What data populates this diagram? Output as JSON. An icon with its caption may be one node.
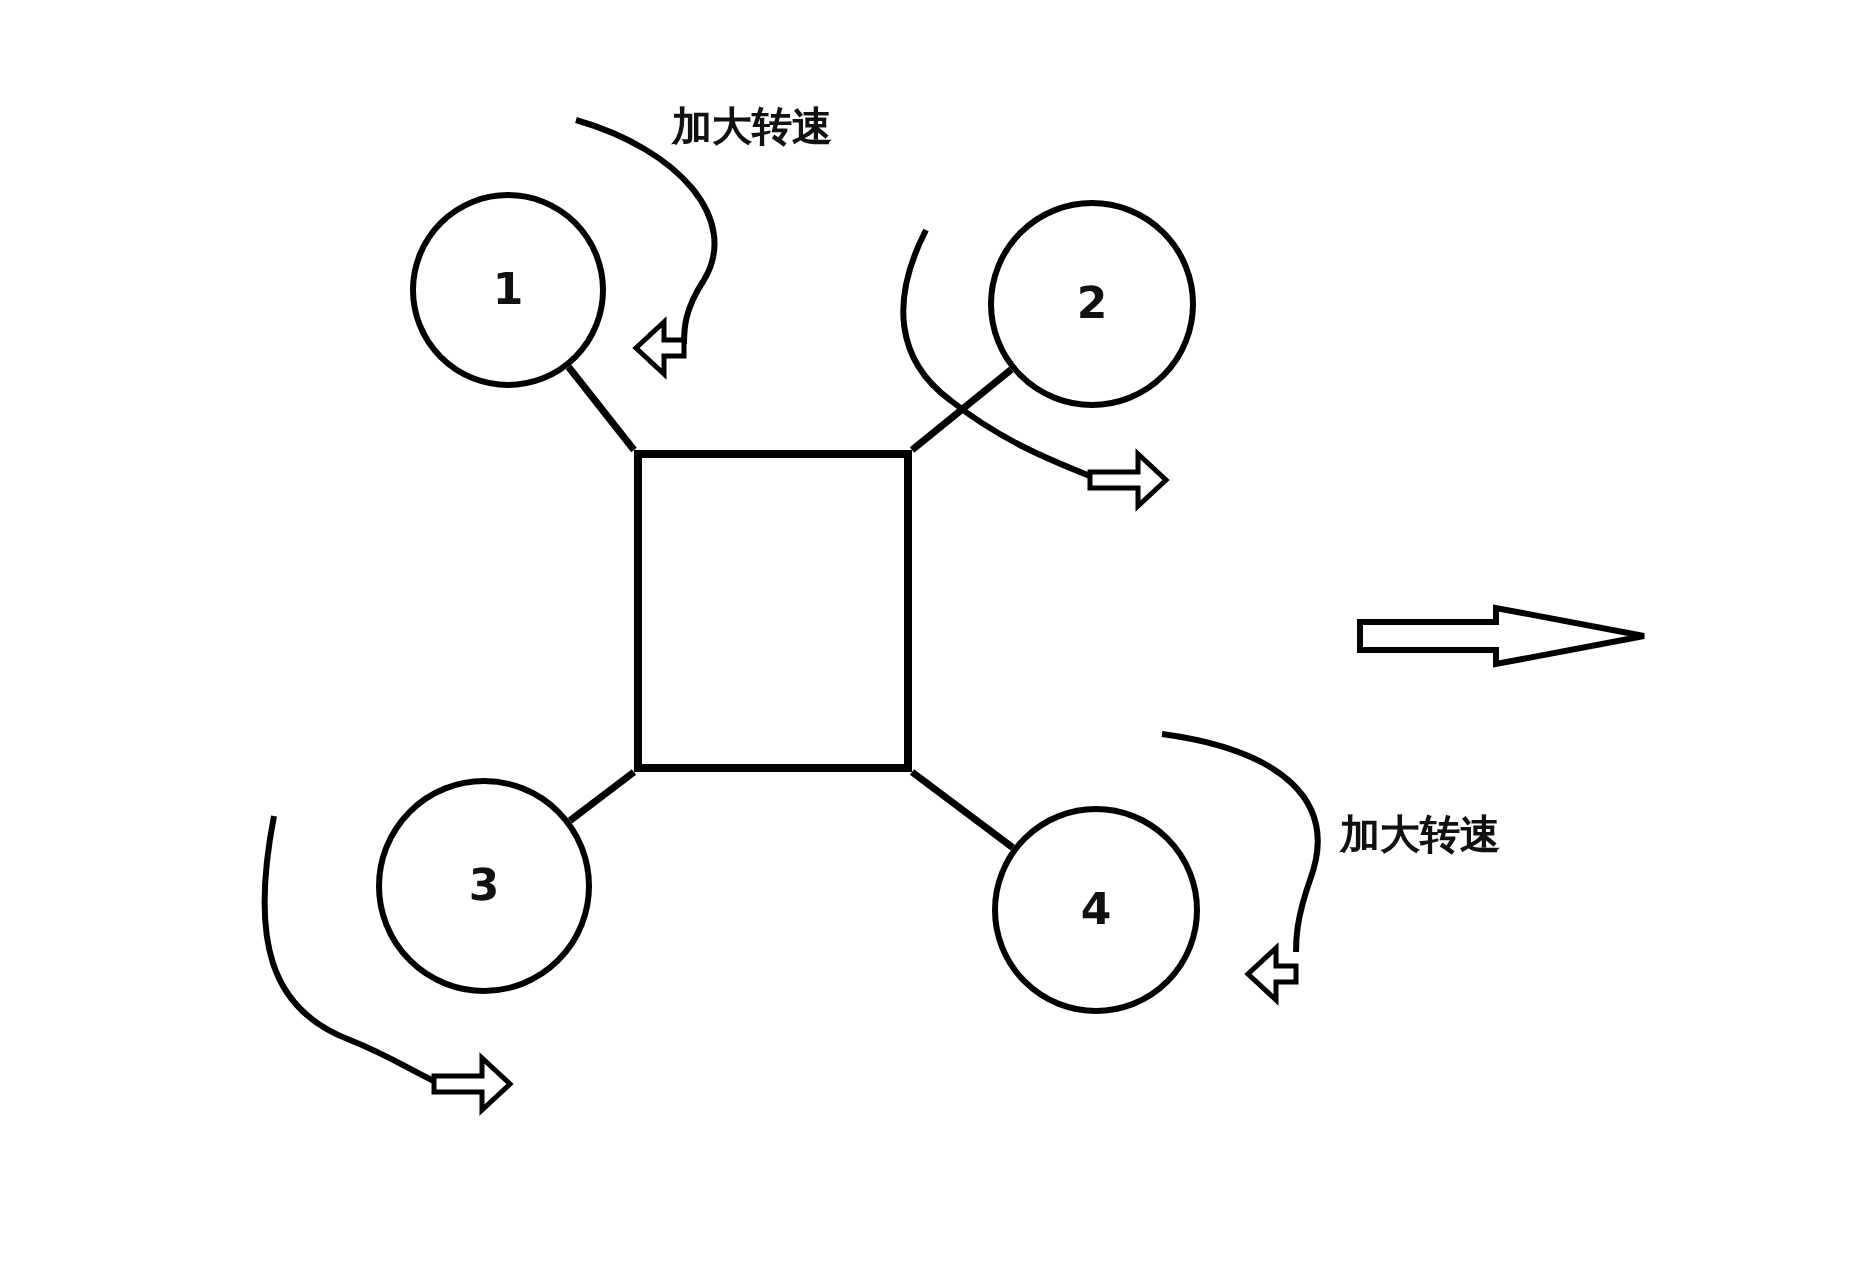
{
  "diagram": {
    "nodes": [
      {
        "text": [
          "1"
        ]
      },
      {
        "text": [
          "2"
        ]
      },
      {
        "text": [],
        "shape": "box"
      },
      {
        "text": [
          "3"
        ]
      },
      {
        "text": [
          "4"
        ]
      }
    ],
    "edges": [
      {
        "from": 2,
        "to": 0,
        "arrow": "none"
      },
      {
        "from": 2,
        "to": 1,
        "arrow": "none"
      },
      {
        "from": 2,
        "to": 3,
        "arrow": "none"
      },
      {
        "from": 2,
        "to": 4,
        "arrow": "none"
      }
    ],
    "labels": [
      "加大转速",
      "加大转速"
    ]
  }
}
